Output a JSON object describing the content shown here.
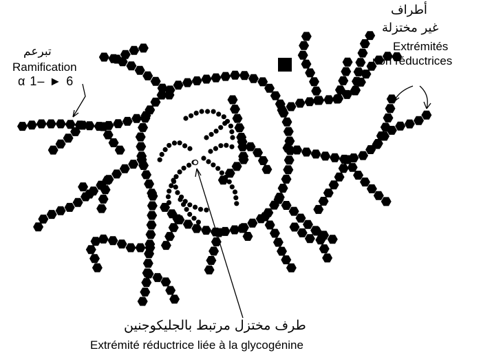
{
  "labels": {
    "branch_ar": "تبرعم",
    "branch_fr": "Ramification",
    "branch_bond": "α 1– ► 6",
    "nonreducing_ar_line1": "أطراف",
    "nonreducing_ar_line2": "غير مختزلة",
    "nonreducing_fr_line1": "Extrémités",
    "nonreducing_fr_line2": "non réductrices",
    "reducing_ar": "طرف مختزل مرتبط بالجليكوجنين",
    "reducing_fr": "Extrémité réductrice liée à la glycogénine"
  },
  "colors": {
    "unit_fill": "#000000",
    "background": "#ffffff",
    "text": "#000000"
  }
}
